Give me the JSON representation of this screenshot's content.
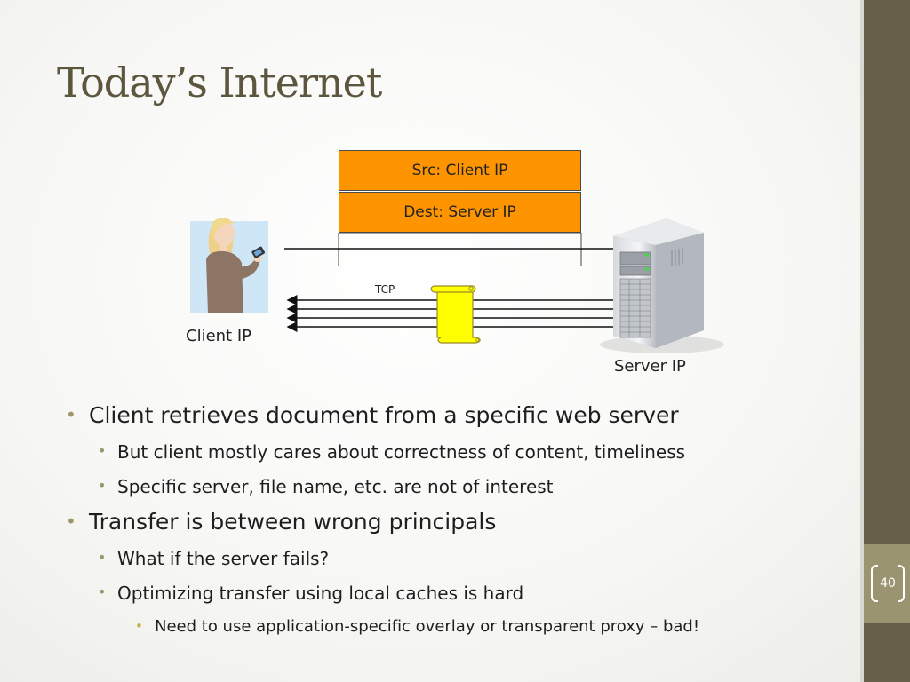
{
  "slide": {
    "title": "Today’s Internet",
    "page_number": "40"
  },
  "diagram": {
    "packet_header": {
      "src": "Src: Client IP",
      "dest": "Dest: Server IP"
    },
    "client_label": "Client IP",
    "server_label": "Server IP",
    "tcp_label": "TCP",
    "colors": {
      "header_fill": "#fe9500",
      "document_fill": "#ffff00",
      "accent_sidebar": "#675f49",
      "page_tab": "#9a9470"
    }
  },
  "bullets": [
    {
      "level": 1,
      "text": "Client retrieves document from a specific web server"
    },
    {
      "level": 2,
      "text": "But client mostly cares about correctness of content, timeliness"
    },
    {
      "level": 2,
      "text": "Specific server, file name, etc. are not of interest"
    },
    {
      "level": 1,
      "text": "Transfer is between wrong principals"
    },
    {
      "level": 2,
      "text": "What if the server fails?"
    },
    {
      "level": 2,
      "text": "Optimizing transfer using local caches is hard"
    },
    {
      "level": 3,
      "text": "Need to use application-specific overlay or transparent proxy – bad!"
    }
  ]
}
